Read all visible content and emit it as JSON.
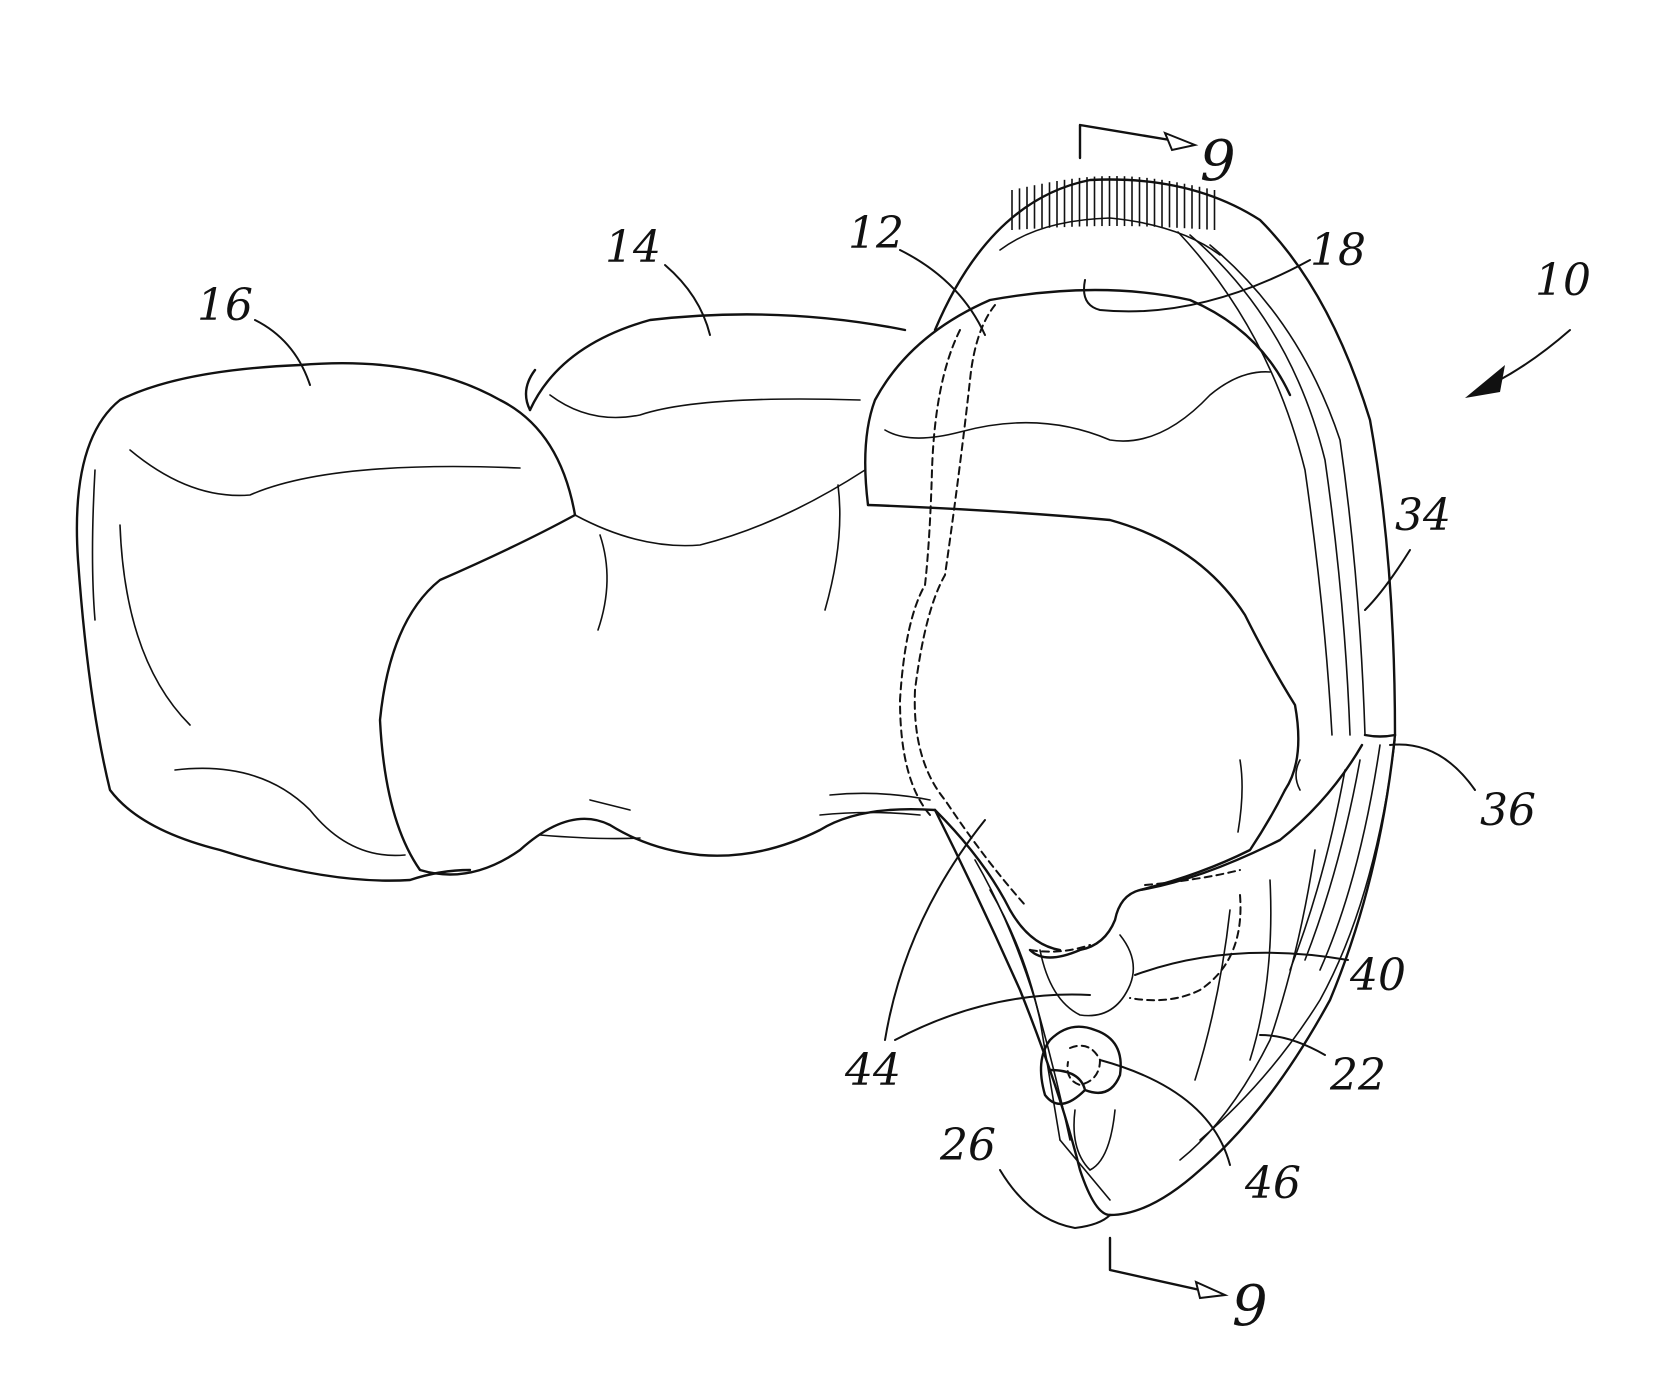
{
  "labels": {
    "assembly": "10",
    "tooth_front": "12",
    "tooth_middle": "14",
    "tooth_back": "16",
    "inner_surface": "18",
    "shell_side": "22",
    "tip": "26",
    "rim": "34",
    "edge": "36",
    "lobe": "40",
    "leaders": "44",
    "spot": "46"
  },
  "section": {
    "top": "9",
    "bottom": "9"
  }
}
